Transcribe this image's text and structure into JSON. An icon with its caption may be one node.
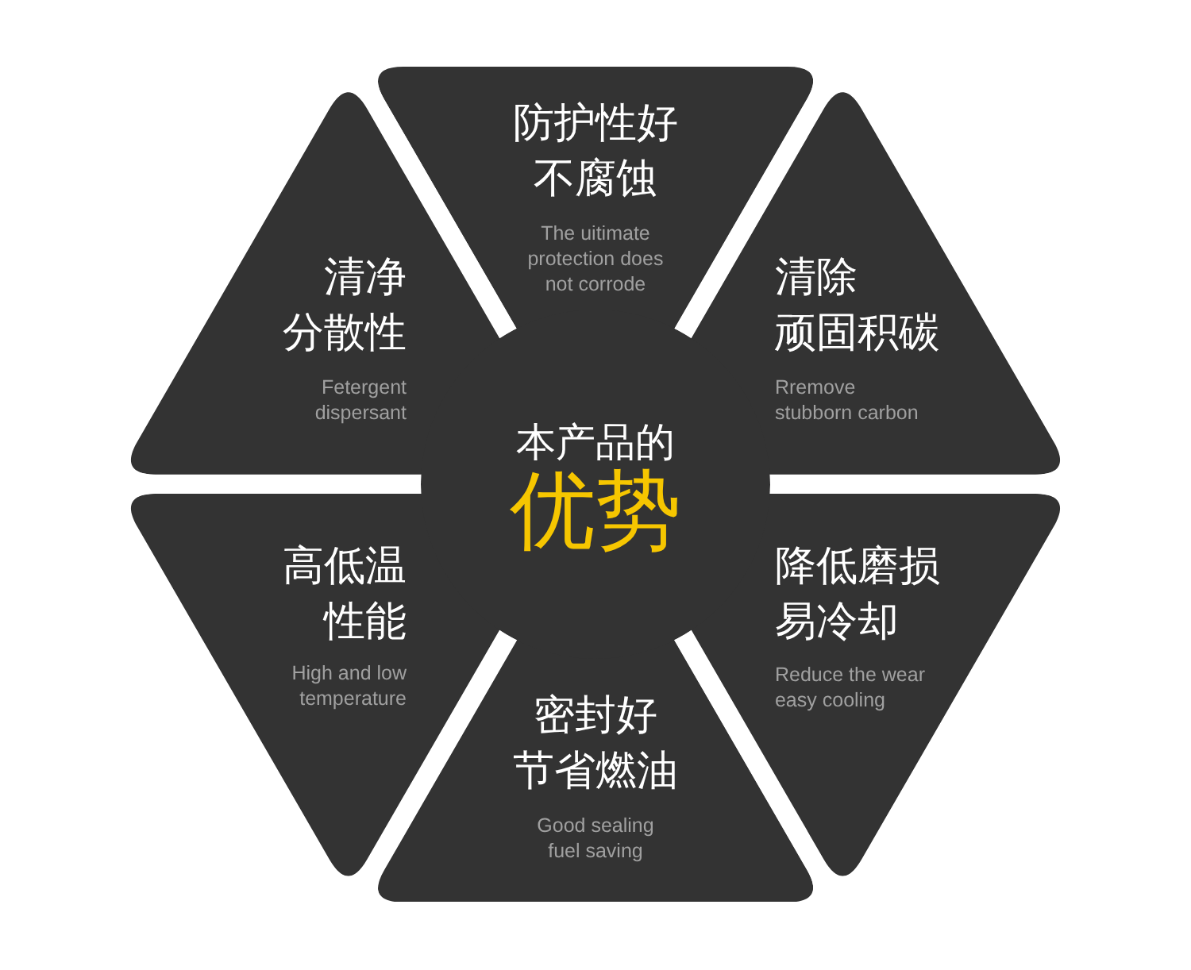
{
  "diagram": {
    "nodes": [
      {
        "text": [
          "防护性好不腐蚀",
          "The uitimate protection does not corrode"
        ]
      },
      {
        "text": [
          "清净分散性",
          "Fetergent dispersant"
        ]
      },
      {
        "text": [
          "清除顽固积碳",
          "Rremove stubborn carbon"
        ]
      },
      {
        "text": [
          "本产品的",
          "优势"
        ]
      },
      {
        "text": [
          "高低温性能",
          "High and low temperature"
        ]
      },
      {
        "text": [
          "降低磨损易冷却",
          "Reduce the wear easy cooling"
        ]
      },
      {
        "text": [
          "密封好节省燃油",
          "Good sealing fuel saving"
        ]
      }
    ]
  }
}
